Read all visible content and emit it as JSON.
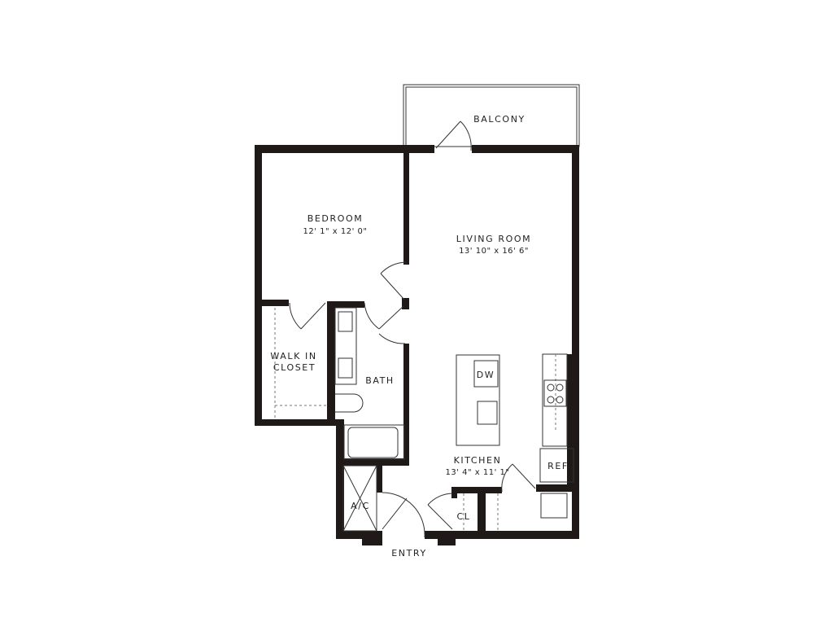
{
  "rooms": {
    "balcony": {
      "name": "BALCONY"
    },
    "bedroom": {
      "name": "BEDROOM",
      "size": "12' 1\" x 12' 0\""
    },
    "living_room": {
      "name": "LIVING ROOM",
      "size": "13' 10\" x 16' 6\""
    },
    "walk_in_closet": {
      "name_line1": "WALK IN",
      "name_line2": "CLOSET"
    },
    "bath": {
      "name": "BATH"
    },
    "kitchen": {
      "name": "KITCHEN",
      "size": "13' 4\" x 11' 1\""
    },
    "ac": {
      "name": "A/C"
    },
    "closet": {
      "name": "CL"
    },
    "entry": {
      "name": "ENTRY"
    }
  },
  "appliances": {
    "dishwasher": "DW",
    "refrigerator": "REF"
  },
  "colors": {
    "wall": "#1f1a17",
    "line": "#333333"
  }
}
